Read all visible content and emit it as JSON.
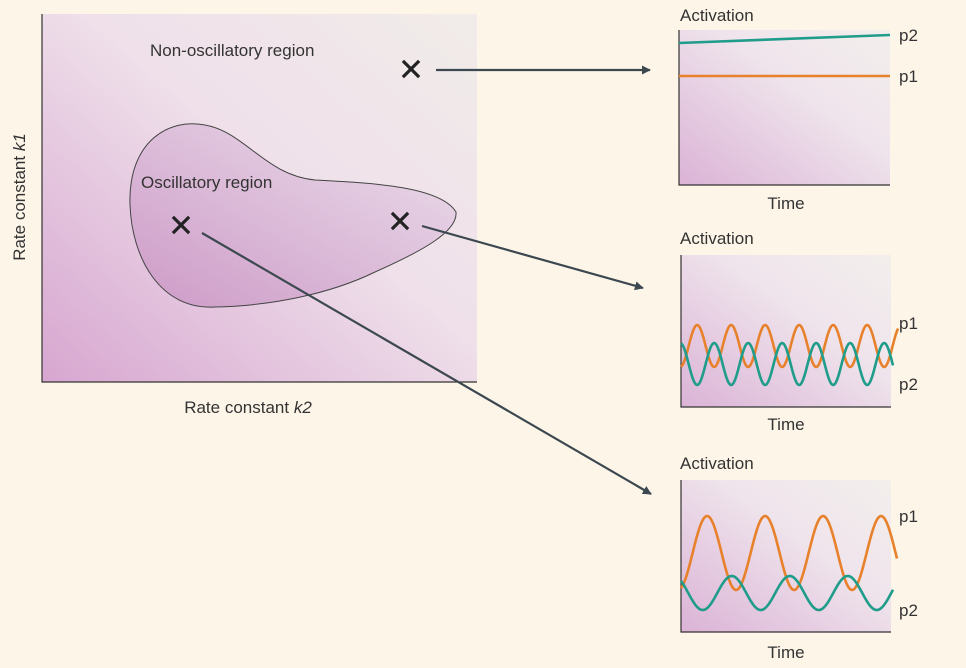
{
  "colors": {
    "background": "#fdf5e8",
    "p1": "#e8812c",
    "p2": "#1f9c8a",
    "arrow": "#3c4850",
    "axis": "#333333",
    "marker": "#222222"
  },
  "phase_diagram": {
    "y_label_prefix": "Rate constant ",
    "y_label_var": "k1",
    "x_label_prefix": "Rate constant ",
    "x_label_var": "k2",
    "non_osc_label": "Non-oscillatory region",
    "osc_label": "Oscillatory region"
  },
  "panels": [
    {
      "y_label": "Activation",
      "x_label": "Time",
      "p1_label": "p1",
      "p2_label": "p2",
      "behavior": "steady"
    },
    {
      "y_label": "Activation",
      "x_label": "Time",
      "p1_label": "p1",
      "p2_label": "p2",
      "behavior": "oscillating, small amplitude, antiphase"
    },
    {
      "y_label": "Activation",
      "x_label": "Time",
      "p1_label": "p1",
      "p2_label": "p2",
      "behavior": "oscillating, large amplitude, antiphase"
    }
  ]
}
